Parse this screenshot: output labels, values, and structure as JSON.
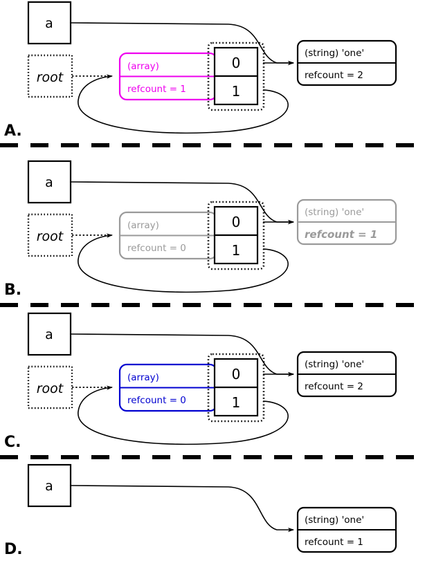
{
  "diagram": {
    "title": "PHP reference counting / garbage collection states",
    "colors": {
      "black": "#000000",
      "magenta": "#ee00ee",
      "blue": "#0000d0",
      "gray": "#9a9a9a",
      "background": "#ffffff"
    },
    "panels": [
      {
        "letter": "A.",
        "accent": "#ee00ee",
        "variable_box": {
          "label": "a",
          "style": "solid"
        },
        "root_box": {
          "label": "root",
          "style": "dotted"
        },
        "array_box": {
          "type_label": "(array)",
          "refcount_label": "refcount = 1",
          "color": "#ee00ee",
          "emphasis": false
        },
        "cells": [
          {
            "index": "0"
          },
          {
            "index": "1"
          }
        ],
        "string_box": {
          "type_label": "(string) 'one'",
          "refcount_label": "refcount = 2",
          "color": "#000000",
          "emphasis": false
        },
        "has_root": true,
        "has_array": true,
        "has_string": true,
        "has_self_loop": true
      },
      {
        "letter": "B.",
        "accent": "#9a9a9a",
        "variable_box": {
          "label": "a",
          "style": "solid"
        },
        "root_box": {
          "label": "root",
          "style": "dotted"
        },
        "array_box": {
          "type_label": "(array)",
          "refcount_label": "refcount = 0",
          "color": "#9a9a9a",
          "emphasis": false
        },
        "cells": [
          {
            "index": "0"
          },
          {
            "index": "1"
          }
        ],
        "string_box": {
          "type_label": "(string) 'one'",
          "refcount_label": "refcount = 1",
          "color": "#9a9a9a",
          "emphasis": true
        },
        "has_root": true,
        "has_array": true,
        "has_string": true,
        "has_self_loop": true
      },
      {
        "letter": "C.",
        "accent": "#0000d0",
        "variable_box": {
          "label": "a",
          "style": "solid"
        },
        "root_box": {
          "label": "root",
          "style": "dotted"
        },
        "array_box": {
          "type_label": "(array)",
          "refcount_label": "refcount = 0",
          "color": "#0000d0",
          "emphasis": false
        },
        "cells": [
          {
            "index": "0"
          },
          {
            "index": "1"
          }
        ],
        "string_box": {
          "type_label": "(string) 'one'",
          "refcount_label": "refcount = 2",
          "color": "#000000",
          "emphasis": false
        },
        "has_root": true,
        "has_array": true,
        "has_string": true,
        "has_self_loop": true
      },
      {
        "letter": "D.",
        "accent": "#000000",
        "variable_box": {
          "label": "a",
          "style": "solid"
        },
        "root_box": null,
        "array_box": null,
        "cells": [],
        "string_box": {
          "type_label": "(string) 'one'",
          "refcount_label": "refcount = 1",
          "color": "#000000",
          "emphasis": false
        },
        "has_root": false,
        "has_array": false,
        "has_string": true,
        "has_self_loop": false
      }
    ],
    "separators": 3
  }
}
